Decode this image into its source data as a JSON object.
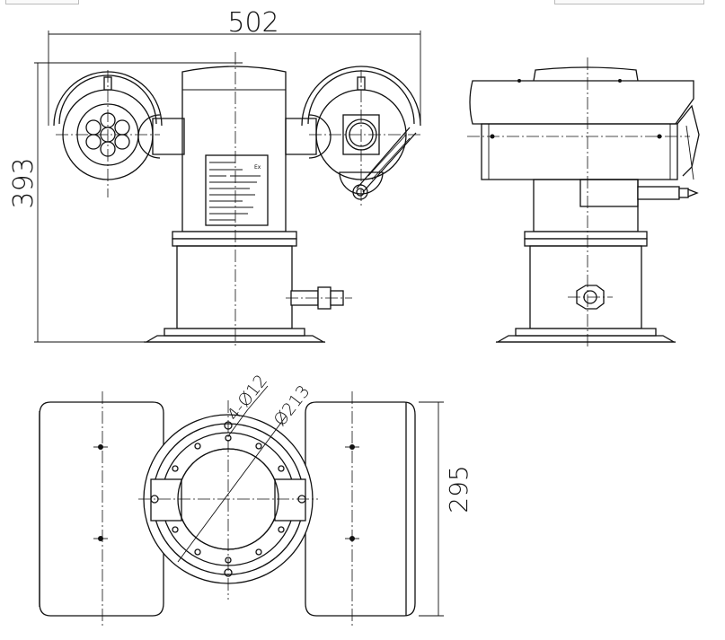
{
  "drawing": {
    "dimensions": {
      "overall_width": "502",
      "overall_height": "393",
      "base_depth": "295",
      "mount_holes": "4-Ø12",
      "bolt_circle": "Ø213"
    },
    "nameplate": {
      "ex_mark": "Ex"
    }
  }
}
